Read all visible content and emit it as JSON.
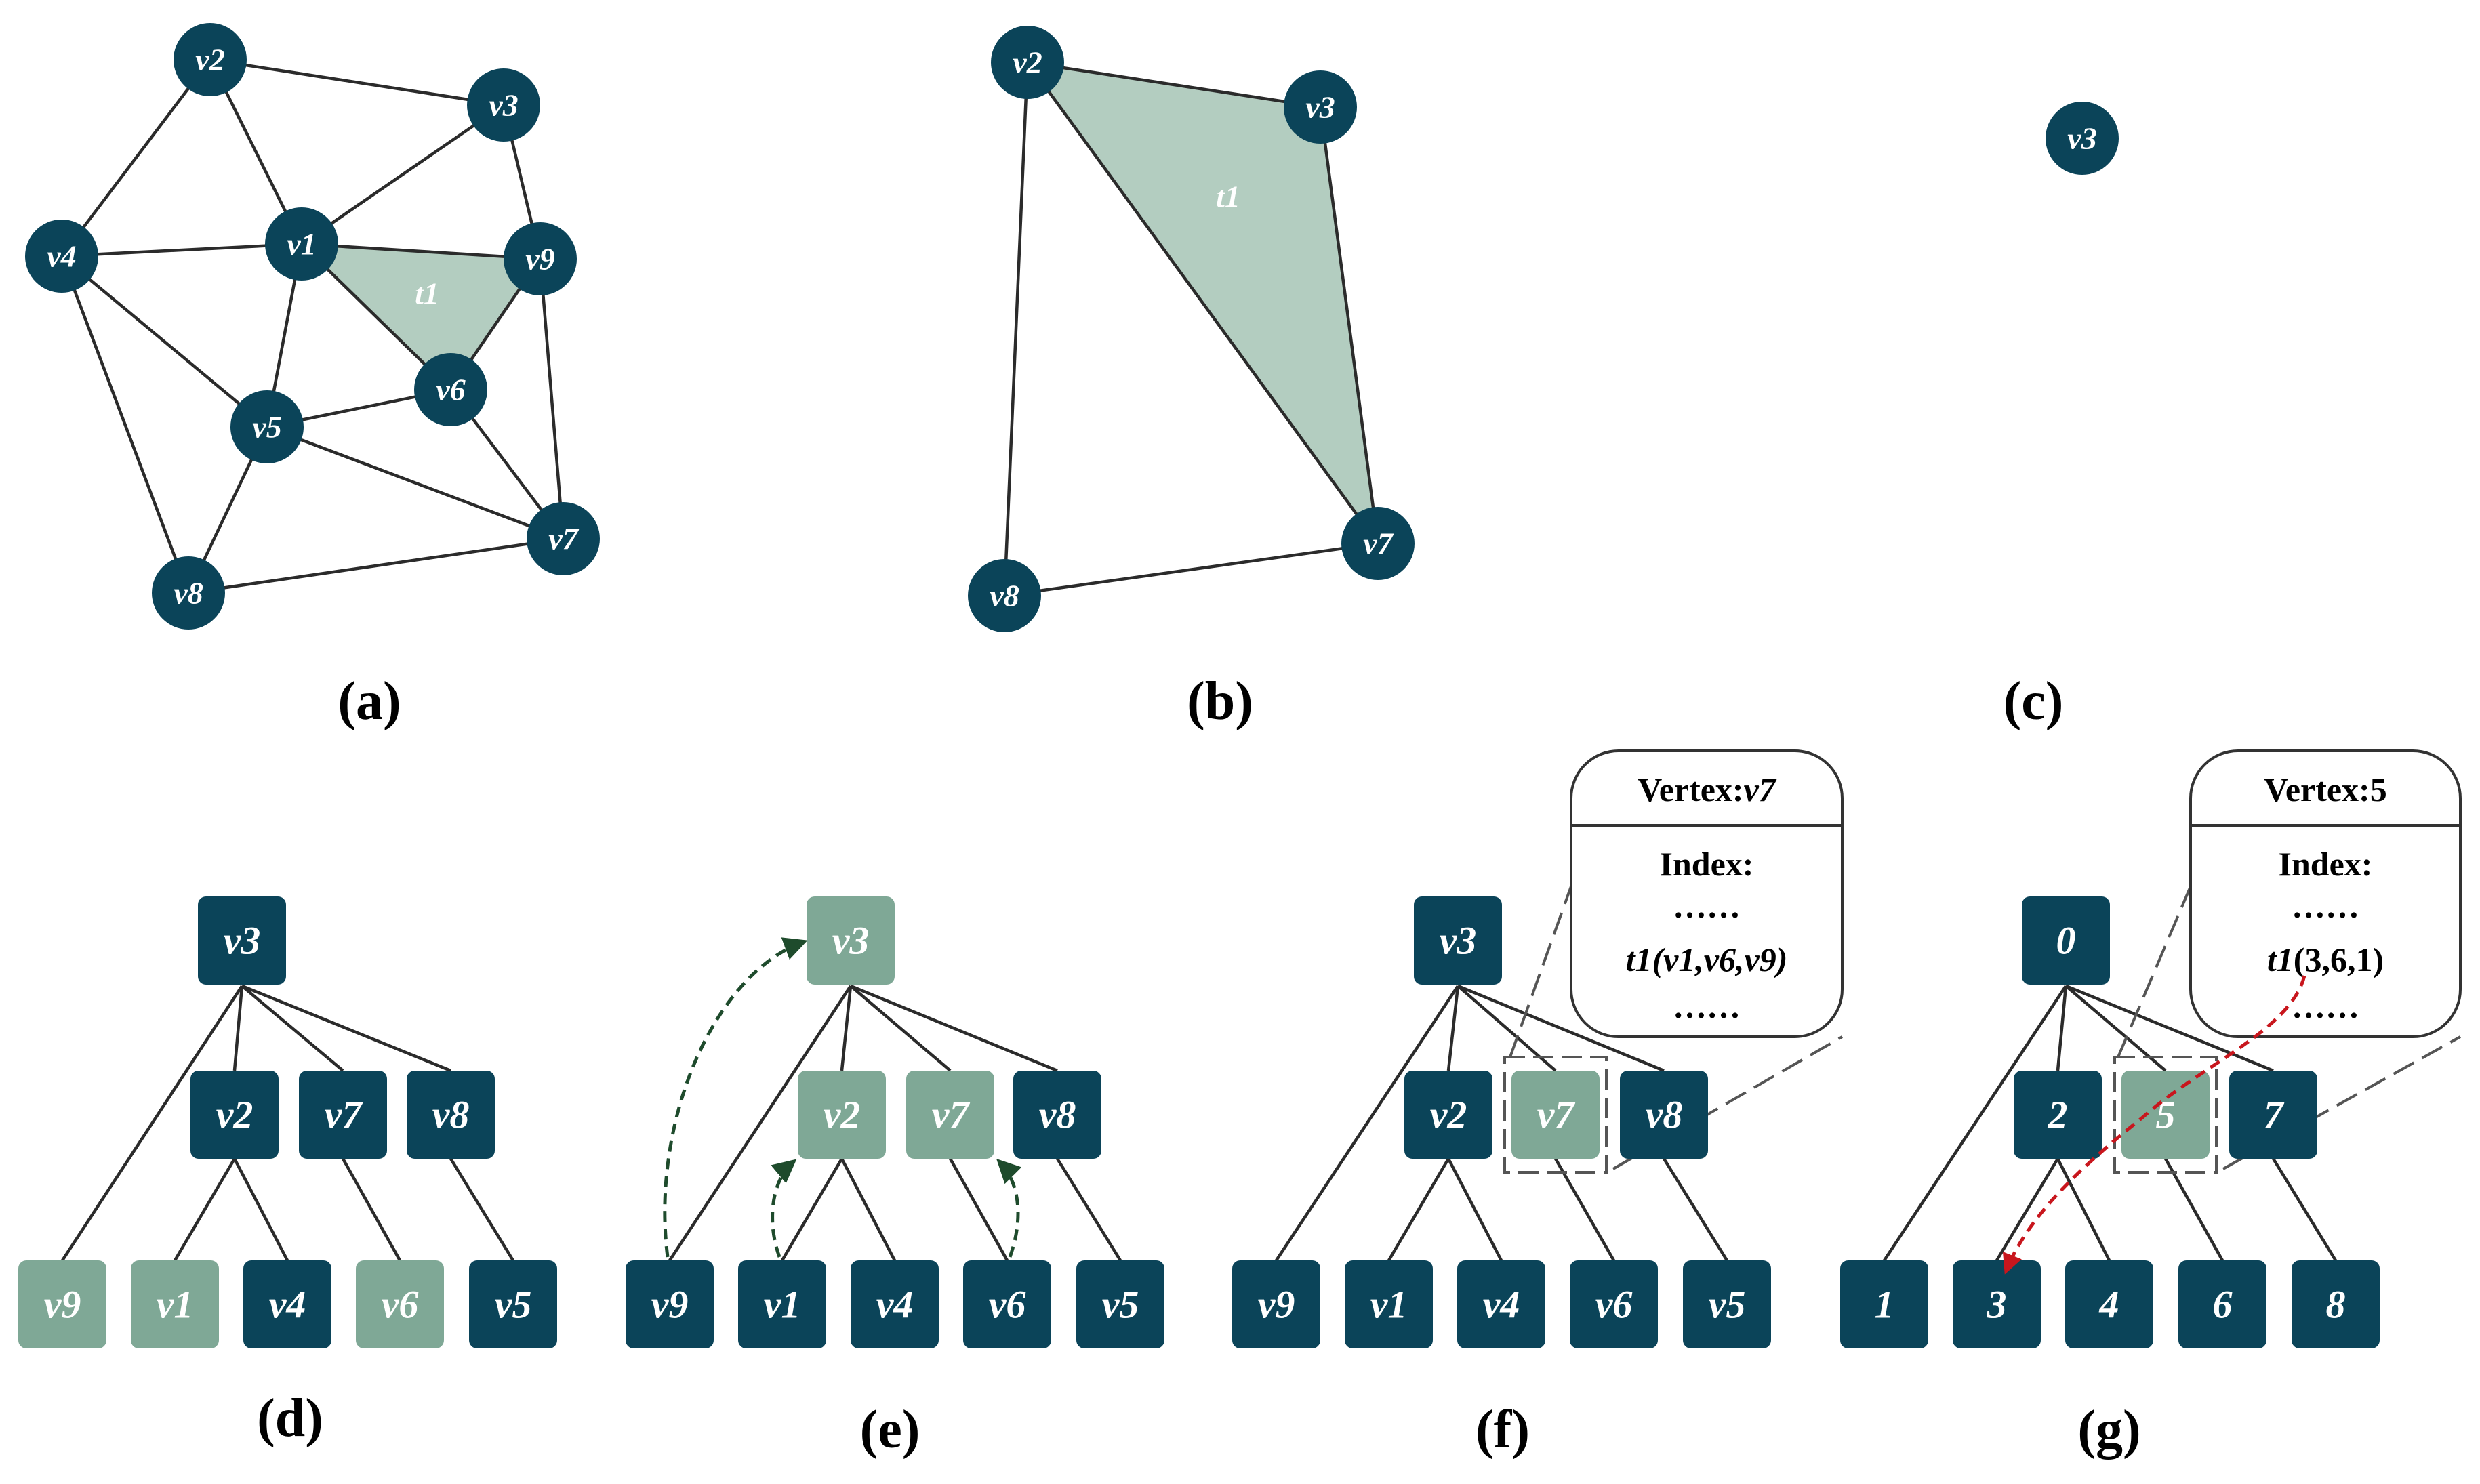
{
  "colors": {
    "node_dark": "#0b4459",
    "node_light": "#7fa896",
    "triangle_fill": "#b3cdc0",
    "dark_arrow": "#1e4b2c",
    "red_arrow": "#c8161d"
  },
  "captions": [
    "(a)",
    "(b)",
    "(c)",
    "(d)",
    "(e)",
    "(f)",
    "(g)"
  ],
  "panel_a": {
    "nodes": [
      "v1",
      "v2",
      "v3",
      "v4",
      "v5",
      "v6",
      "v7",
      "v8",
      "v9"
    ],
    "triangle_label": "t1"
  },
  "panel_b": {
    "nodes": [
      "v2",
      "v3",
      "v7",
      "v8"
    ],
    "triangle_label": "t1"
  },
  "panel_c": {
    "nodes": [
      "v3"
    ]
  },
  "panel_d": {
    "root": "v3",
    "level1": [
      "v2",
      "v7",
      "v8"
    ],
    "leaves": [
      "v9",
      "v1",
      "v4",
      "v6",
      "v5"
    ]
  },
  "panel_e": {
    "root": "v3",
    "level1": [
      "v2",
      "v7",
      "v8"
    ],
    "leaves": [
      "v9",
      "v1",
      "v4",
      "v6",
      "v5"
    ]
  },
  "panel_f": {
    "root": "v3",
    "level1": [
      "v2",
      "v7",
      "v8"
    ],
    "leaves": [
      "v9",
      "v1",
      "v4",
      "v6",
      "v5"
    ],
    "callout": {
      "header_label": "Vertex:",
      "header_value": "v7",
      "index_label": "Index:",
      "dots": "……",
      "triangle": "t1",
      "triangle_args": "(v1,v6,v9)"
    }
  },
  "panel_g": {
    "root": "0",
    "level1": [
      "2",
      "5",
      "7"
    ],
    "leaves": [
      "1",
      "3",
      "4",
      "6",
      "8"
    ],
    "callout": {
      "header_label": "Vertex:",
      "header_value": "5",
      "index_label": "Index:",
      "dots": "……",
      "triangle": "t1",
      "triangle_args": "(3,6,1)"
    }
  }
}
